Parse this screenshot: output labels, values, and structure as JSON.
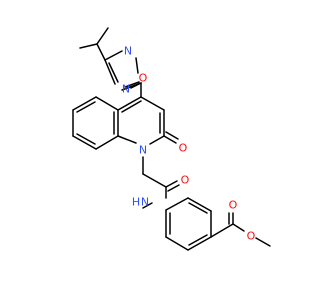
{
  "colors": {
    "background": "#ffffff",
    "bond": "#000000",
    "oxygen": "#ff0d0d",
    "nitrogen": "#3050f8"
  },
  "atoms": [
    {
      "symbol": "N",
      "element": "nitrogen"
    },
    {
      "symbol": "N",
      "element": "nitrogen"
    },
    {
      "symbol": "O",
      "element": "oxygen"
    },
    {
      "symbol": "N",
      "element": "nitrogen"
    },
    {
      "symbol": "O",
      "element": "oxygen"
    },
    {
      "symbol": "O",
      "element": "oxygen"
    },
    {
      "symbol": "N",
      "element": "nitrogen"
    },
    {
      "symbol": "H",
      "element": "nitrogen"
    },
    {
      "symbol": "O",
      "element": "oxygen"
    },
    {
      "symbol": "O",
      "element": "oxygen"
    }
  ]
}
